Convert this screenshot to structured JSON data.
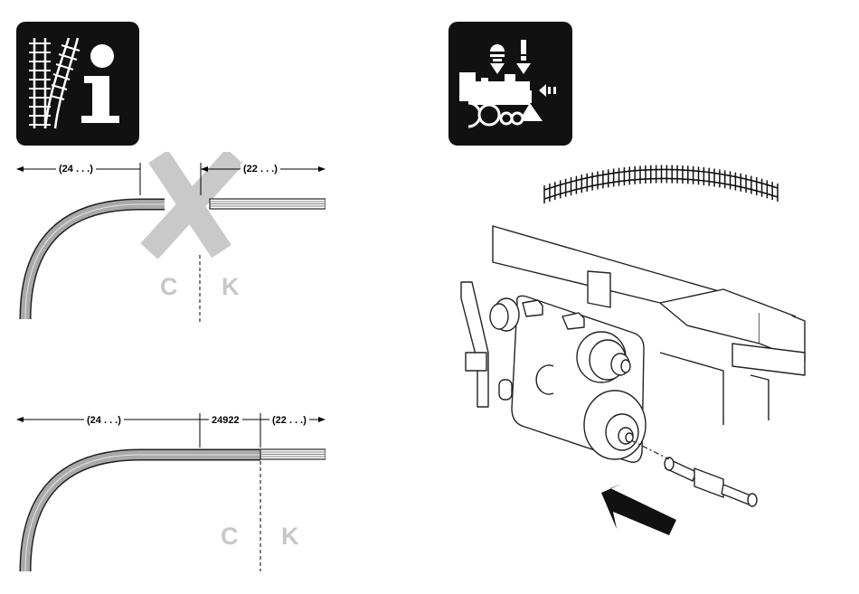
{
  "diagram_top": {
    "left_label": "(24 . . .)",
    "right_label": "(22 . . .)",
    "system_left": "C",
    "system_right": "K"
  },
  "diagram_bottom": {
    "left_label": "(24 . . .)",
    "middle_label": "24922",
    "right_label": "(22 . . .)",
    "system_left": "C",
    "system_right": "K"
  },
  "colors": {
    "icon_bg": "#111111",
    "ghost": "#c9c9c9",
    "track_fill": "#a9a9a9"
  }
}
